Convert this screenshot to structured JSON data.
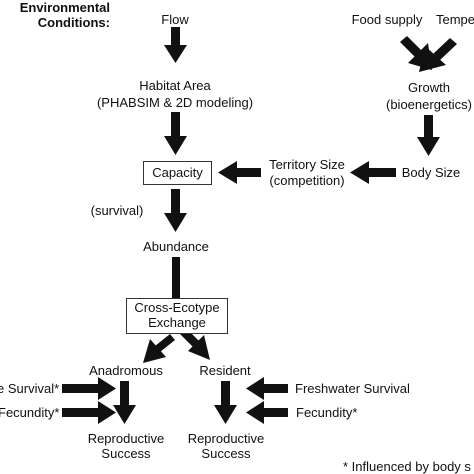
{
  "header": {
    "line1": "Environmental",
    "line2": "Conditions:"
  },
  "nodes": {
    "flow": "Flow",
    "food_supply": "Food supply",
    "temperature": "Tempe",
    "habitat_area": {
      "line1": "Habitat Area",
      "line2": "(PHABSIM & 2D modeling)"
    },
    "growth": {
      "line1": "Growth",
      "line2": "(bioenergetics)"
    },
    "capacity": "Capacity",
    "territory_size": {
      "line1": "Territory Size",
      "line2": "(competition)"
    },
    "body_size": "Body Size",
    "survival": "(survival)",
    "abundance": "Abundance",
    "exchange": {
      "line1": "Cross-Ecotype",
      "line2": "Exchange"
    },
    "anadromous": "Anadromous",
    "resident": "Resident",
    "ocean_survival": "e Survival*",
    "fecundity_left": "Fecundity*",
    "freshwater_survival": "Freshwater Survival",
    "fecundity_right": "Fecundity*",
    "reproductive_success_left": {
      "line1": "Reproductive",
      "line2": "Success"
    },
    "reproductive_success_right": {
      "line1": "Reproductive",
      "line2": "Success"
    }
  },
  "footnote": "* Influenced by body s"
}
